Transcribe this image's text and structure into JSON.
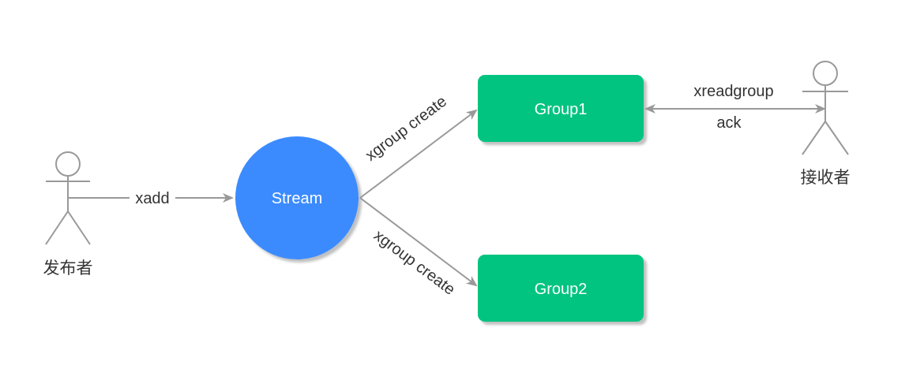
{
  "actors": {
    "publisher": {
      "label": "发布者"
    },
    "receiver": {
      "label": "接收者"
    }
  },
  "nodes": {
    "stream": {
      "label": "Stream",
      "color": "#3a8bff"
    },
    "group1": {
      "label": "Group1",
      "color": "#05c480"
    },
    "group2": {
      "label": "Group2",
      "color": "#05c480"
    }
  },
  "edges": {
    "xadd": {
      "label": "xadd"
    },
    "create1": {
      "label": "xgroup create"
    },
    "create2": {
      "label": "xgroup create"
    },
    "read": {
      "label_top": "xreadgroup",
      "label_bottom": "ack"
    }
  },
  "colors": {
    "line": "#999999",
    "text": "#333333"
  }
}
